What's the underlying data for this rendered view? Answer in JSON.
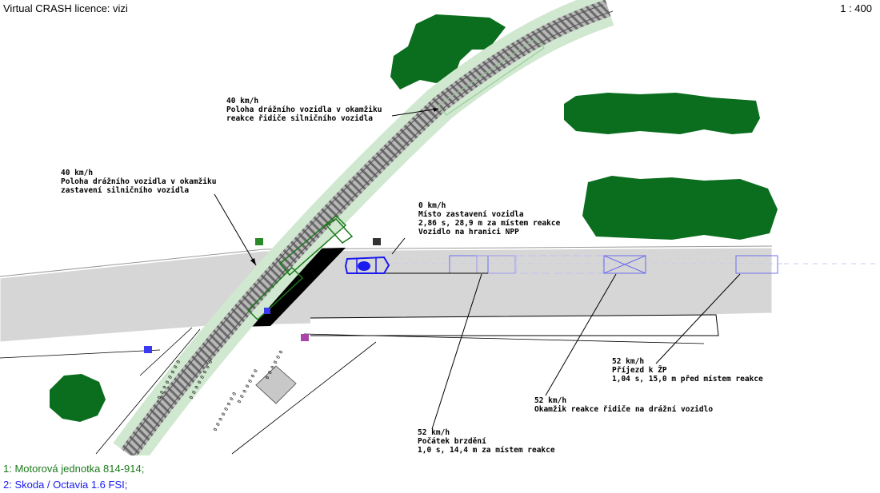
{
  "window": {
    "title": "Virtual CRASH licence: vizi",
    "scale": "1 : 400"
  },
  "annotations": [
    {
      "speed": "40 km/h",
      "line1": "Poloha drážního vozidla v okamžiku",
      "line2": "reakce řidiče silničního vozidla"
    },
    {
      "speed": "40 km/h",
      "line1": "Poloha drážního vozidla v okamžiku",
      "line2": "zastavení silničního vozidla"
    },
    {
      "speed": "0 km/h",
      "line1": "Místo zastavení vozidla",
      "line2": "2,86 s, 28,9 m za místem reakce",
      "line3": "Vozidlo na hranici NPP"
    },
    {
      "speed": "52 km/h",
      "line1": "Příjezd k ŽP",
      "line2": "1,04 s, 15,0 m před místem reakce"
    },
    {
      "speed": "52 km/h",
      "line1": "Okamžik reakce řidiče na drážní vozidlo"
    },
    {
      "speed": "52 km/h",
      "line1": "Počátek brzdění",
      "line2": "1,0 s, 14,4 m za místem reakce"
    }
  ],
  "legend": [
    {
      "label": "1: Motorová jednotka 814-914;",
      "color": "#1a7a1a"
    },
    {
      "label": "2: Skoda / Octavia 1.6 FSI;",
      "color": "#1a1aee"
    }
  ],
  "colors": {
    "road": "#d6d6d6",
    "crossing": "#000000",
    "vegetation": "#0a6e1e",
    "rail": "#9a9a9a",
    "train": "#1a7a1a",
    "car": "#1a1aee"
  }
}
